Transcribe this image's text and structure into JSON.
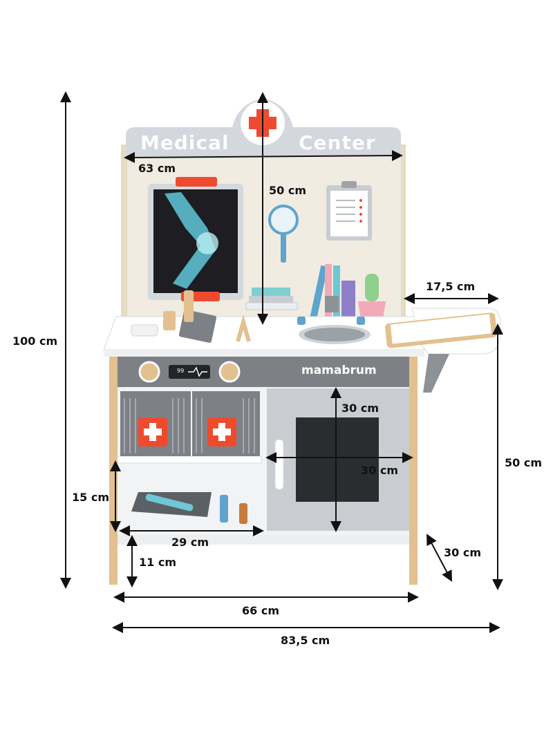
{
  "product": {
    "sign_left": "Medical",
    "sign_right": "Center",
    "brand": "mamabrum",
    "monitor": "99"
  },
  "dimensions": {
    "sign_width": "63 cm",
    "board_height": "50 cm",
    "total_height": "100 cm",
    "side_table_width": "17,5 cm",
    "door_height": "30 cm",
    "door_width": "30 cm",
    "shelf_height": "15 cm",
    "shelf_width": "29 cm",
    "leg_height": "11 cm",
    "counter_height": "50 cm",
    "depth": "30 cm",
    "body_width": "66 cm",
    "total_width": "83,5 cm"
  },
  "colors": {
    "wood": "#e3c08f",
    "grey": "#7d8185",
    "light_grey": "#c9ccd0",
    "red": "#f04a2e",
    "teal": "#4fb7c9",
    "arrow": "#111111"
  }
}
